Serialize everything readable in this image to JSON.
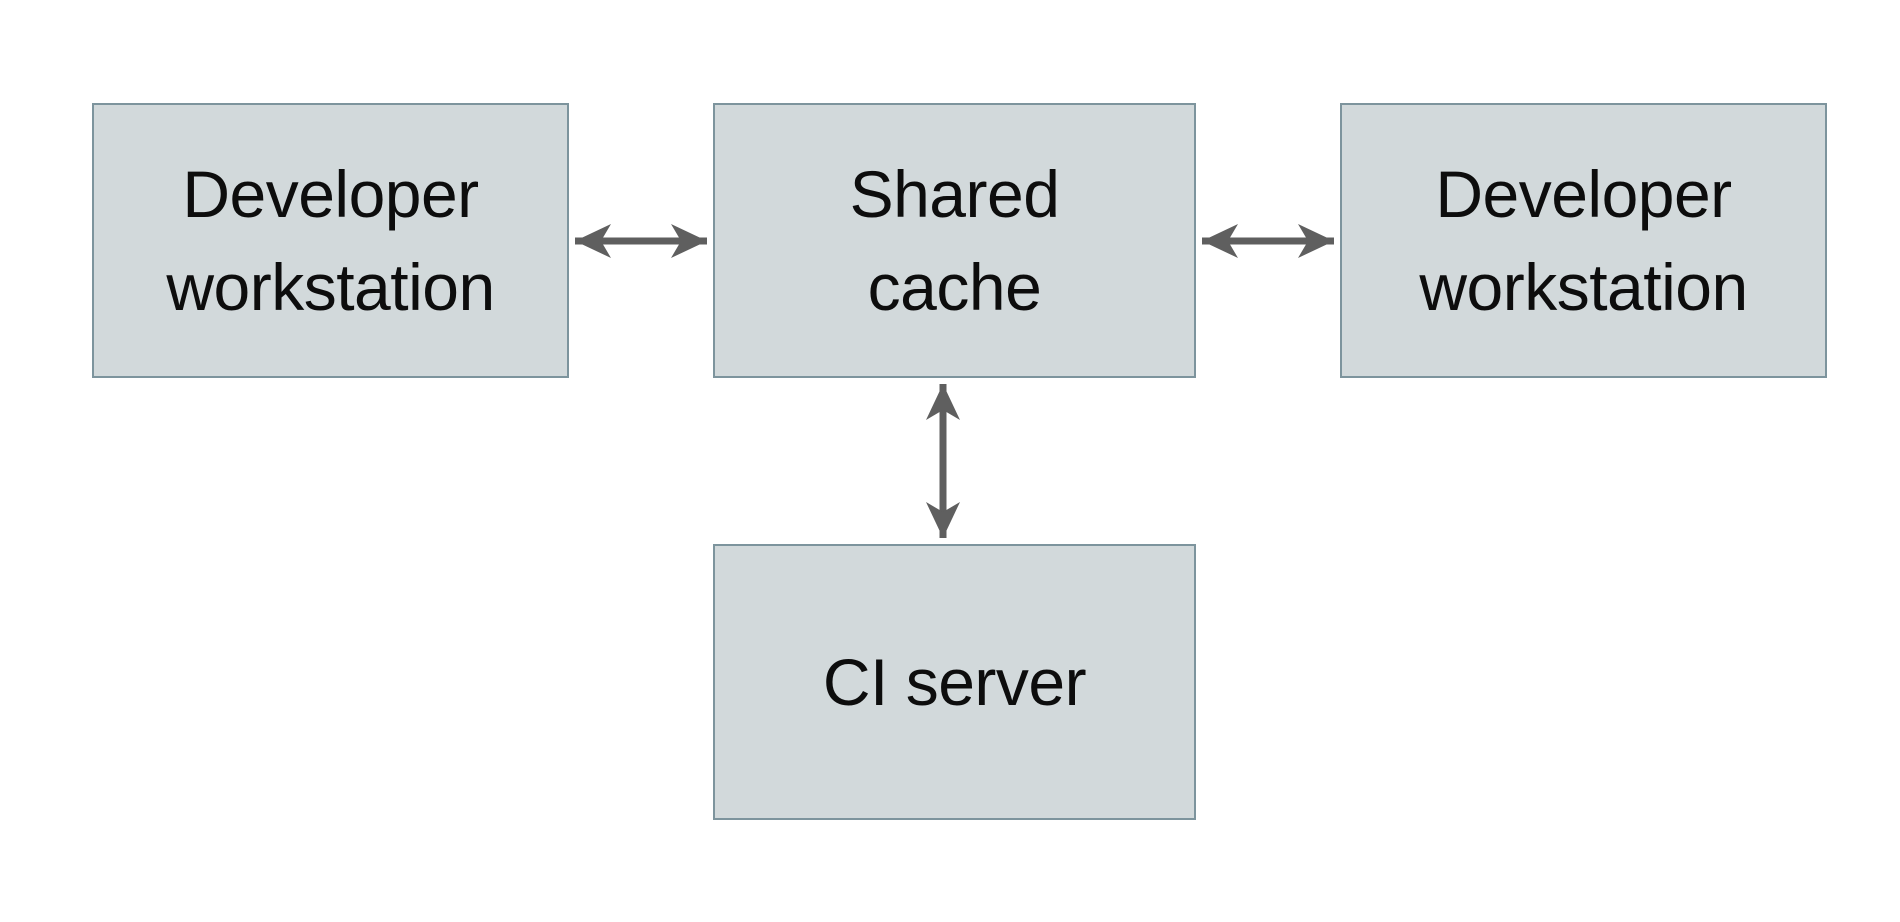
{
  "diagram": {
    "type": "architecture-diagram",
    "colors": {
      "node_fill": "#d2d9db",
      "node_border": "#7d949d",
      "arrow": "#5f5f5f",
      "text": "#0d0d0d",
      "background": "#ffffff"
    },
    "nodes": [
      {
        "id": "developer-workstation-left",
        "lines": [
          "Developer",
          "workstation"
        ]
      },
      {
        "id": "shared-cache",
        "lines": [
          "Shared",
          "cache"
        ]
      },
      {
        "id": "developer-workstation-right",
        "lines": [
          "Developer",
          "workstation"
        ]
      },
      {
        "id": "ci-server",
        "lines": [
          "CI server"
        ]
      }
    ],
    "connections": [
      {
        "from": "developer-workstation-left",
        "to": "shared-cache",
        "style": "bidirectional-arrow",
        "orientation": "horizontal"
      },
      {
        "from": "shared-cache",
        "to": "developer-workstation-right",
        "style": "bidirectional-arrow",
        "orientation": "horizontal"
      },
      {
        "from": "shared-cache",
        "to": "ci-server",
        "style": "bidirectional-arrow",
        "orientation": "vertical"
      }
    ]
  }
}
